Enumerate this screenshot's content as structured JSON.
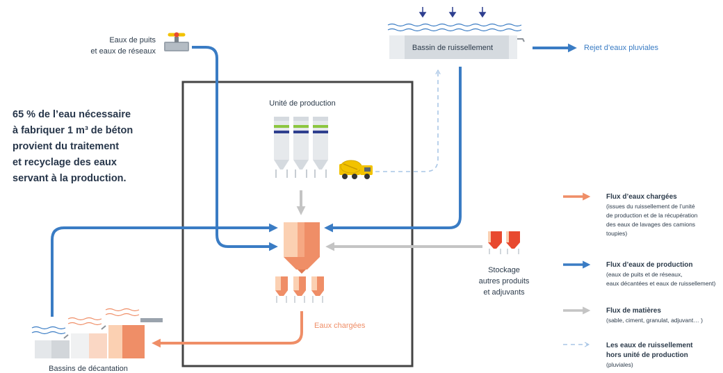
{
  "labels": {
    "wells": [
      "Eaux de puits",
      "et eaux de réseaux"
    ],
    "runoff_basin": "Bassin de ruissellement",
    "rain_discharge": "Rejet d’eaux pluviales",
    "production_unit": "Unité de production",
    "charged_water": "Eaux chargées",
    "storage": [
      "Stockage",
      "autres produits",
      "et adjuvants"
    ],
    "decantation": "Bassins de décantation"
  },
  "statement": [
    "65 % de l’eau nécessaire",
    "à fabriquer 1 m³ de béton",
    "provient du traitement",
    "et recyclage des eaux",
    "servant à la production."
  ],
  "legend": [
    {
      "title": "Flux d’eaux chargées",
      "lines": [
        "(issues du ruissellement de l’unité",
        "de production et de la récupération",
        "des eaux de lavages des camions",
        "toupies)"
      ],
      "color": "#ef8e67",
      "style": "solid"
    },
    {
      "title": "Flux d’eaux de production",
      "lines": [
        "(eaux de puits et de réseaux,",
        "eaux décantées et eaux de ruissellement)"
      ],
      "color": "#3a7cc4",
      "style": "solid"
    },
    {
      "title": "Flux de matières",
      "lines": [
        "(sable, ciment, granulat, adjuvant… )"
      ],
      "color": "#c4c4c4",
      "style": "solid"
    },
    {
      "title": "Les eaux de ruissellement",
      "lines": [
        "hors unité de production",
        "(pluviales)"
      ],
      "color": "#a9c6e6",
      "style": "dashed"
    }
  ],
  "colors": {
    "production_water": "#3a7cc4",
    "charged_water": "#ef8e67",
    "materials": "#c4c4c4",
    "rain_dashed": "#a9c6e6",
    "frame": "#444444",
    "silo_green": "#8cc63f",
    "silo_navy": "#2e3f8f",
    "storage_red": "#e8492f",
    "mixer_yellow": "#f2c200"
  }
}
